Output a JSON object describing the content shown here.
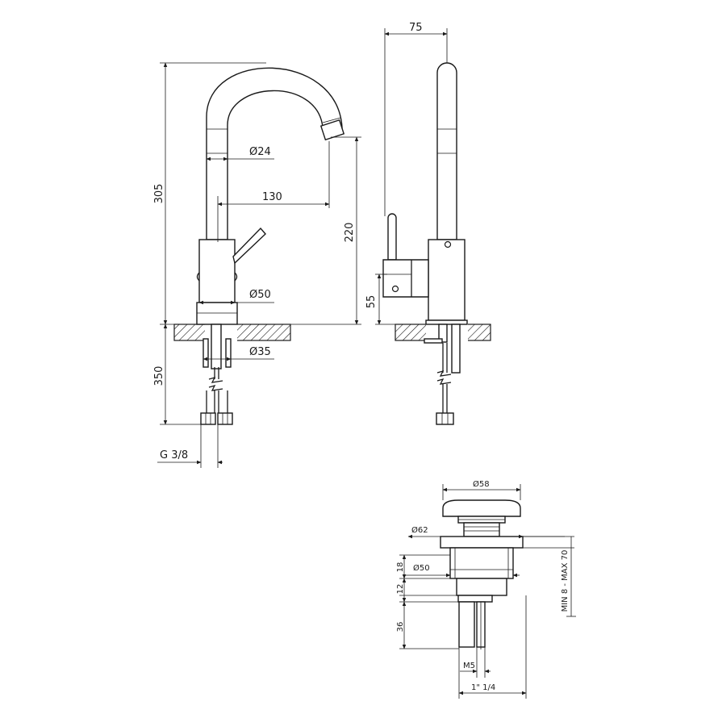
{
  "front_view": {
    "dims": {
      "height_total": "305",
      "spout_diameter": "Ø24",
      "spout_reach": "130",
      "spout_height": "220",
      "body_diameter": "Ø50",
      "shank_diameter": "Ø35",
      "hose_length": "350",
      "hose_thread": "G 3/8"
    }
  },
  "side_view": {
    "dims": {
      "depth": "75",
      "lever_height": "55"
    }
  },
  "drain_view": {
    "dims": {
      "cap_diameter": "Ø58",
      "flange_diameter": "Ø62",
      "body_diameter": "Ø50",
      "height_18": "18",
      "height_12": "12",
      "height_36": "36",
      "screw_thread": "M5",
      "drain_thread": "1\" 1/4",
      "clamp_range": "MIN 8 - MAX 70"
    }
  }
}
